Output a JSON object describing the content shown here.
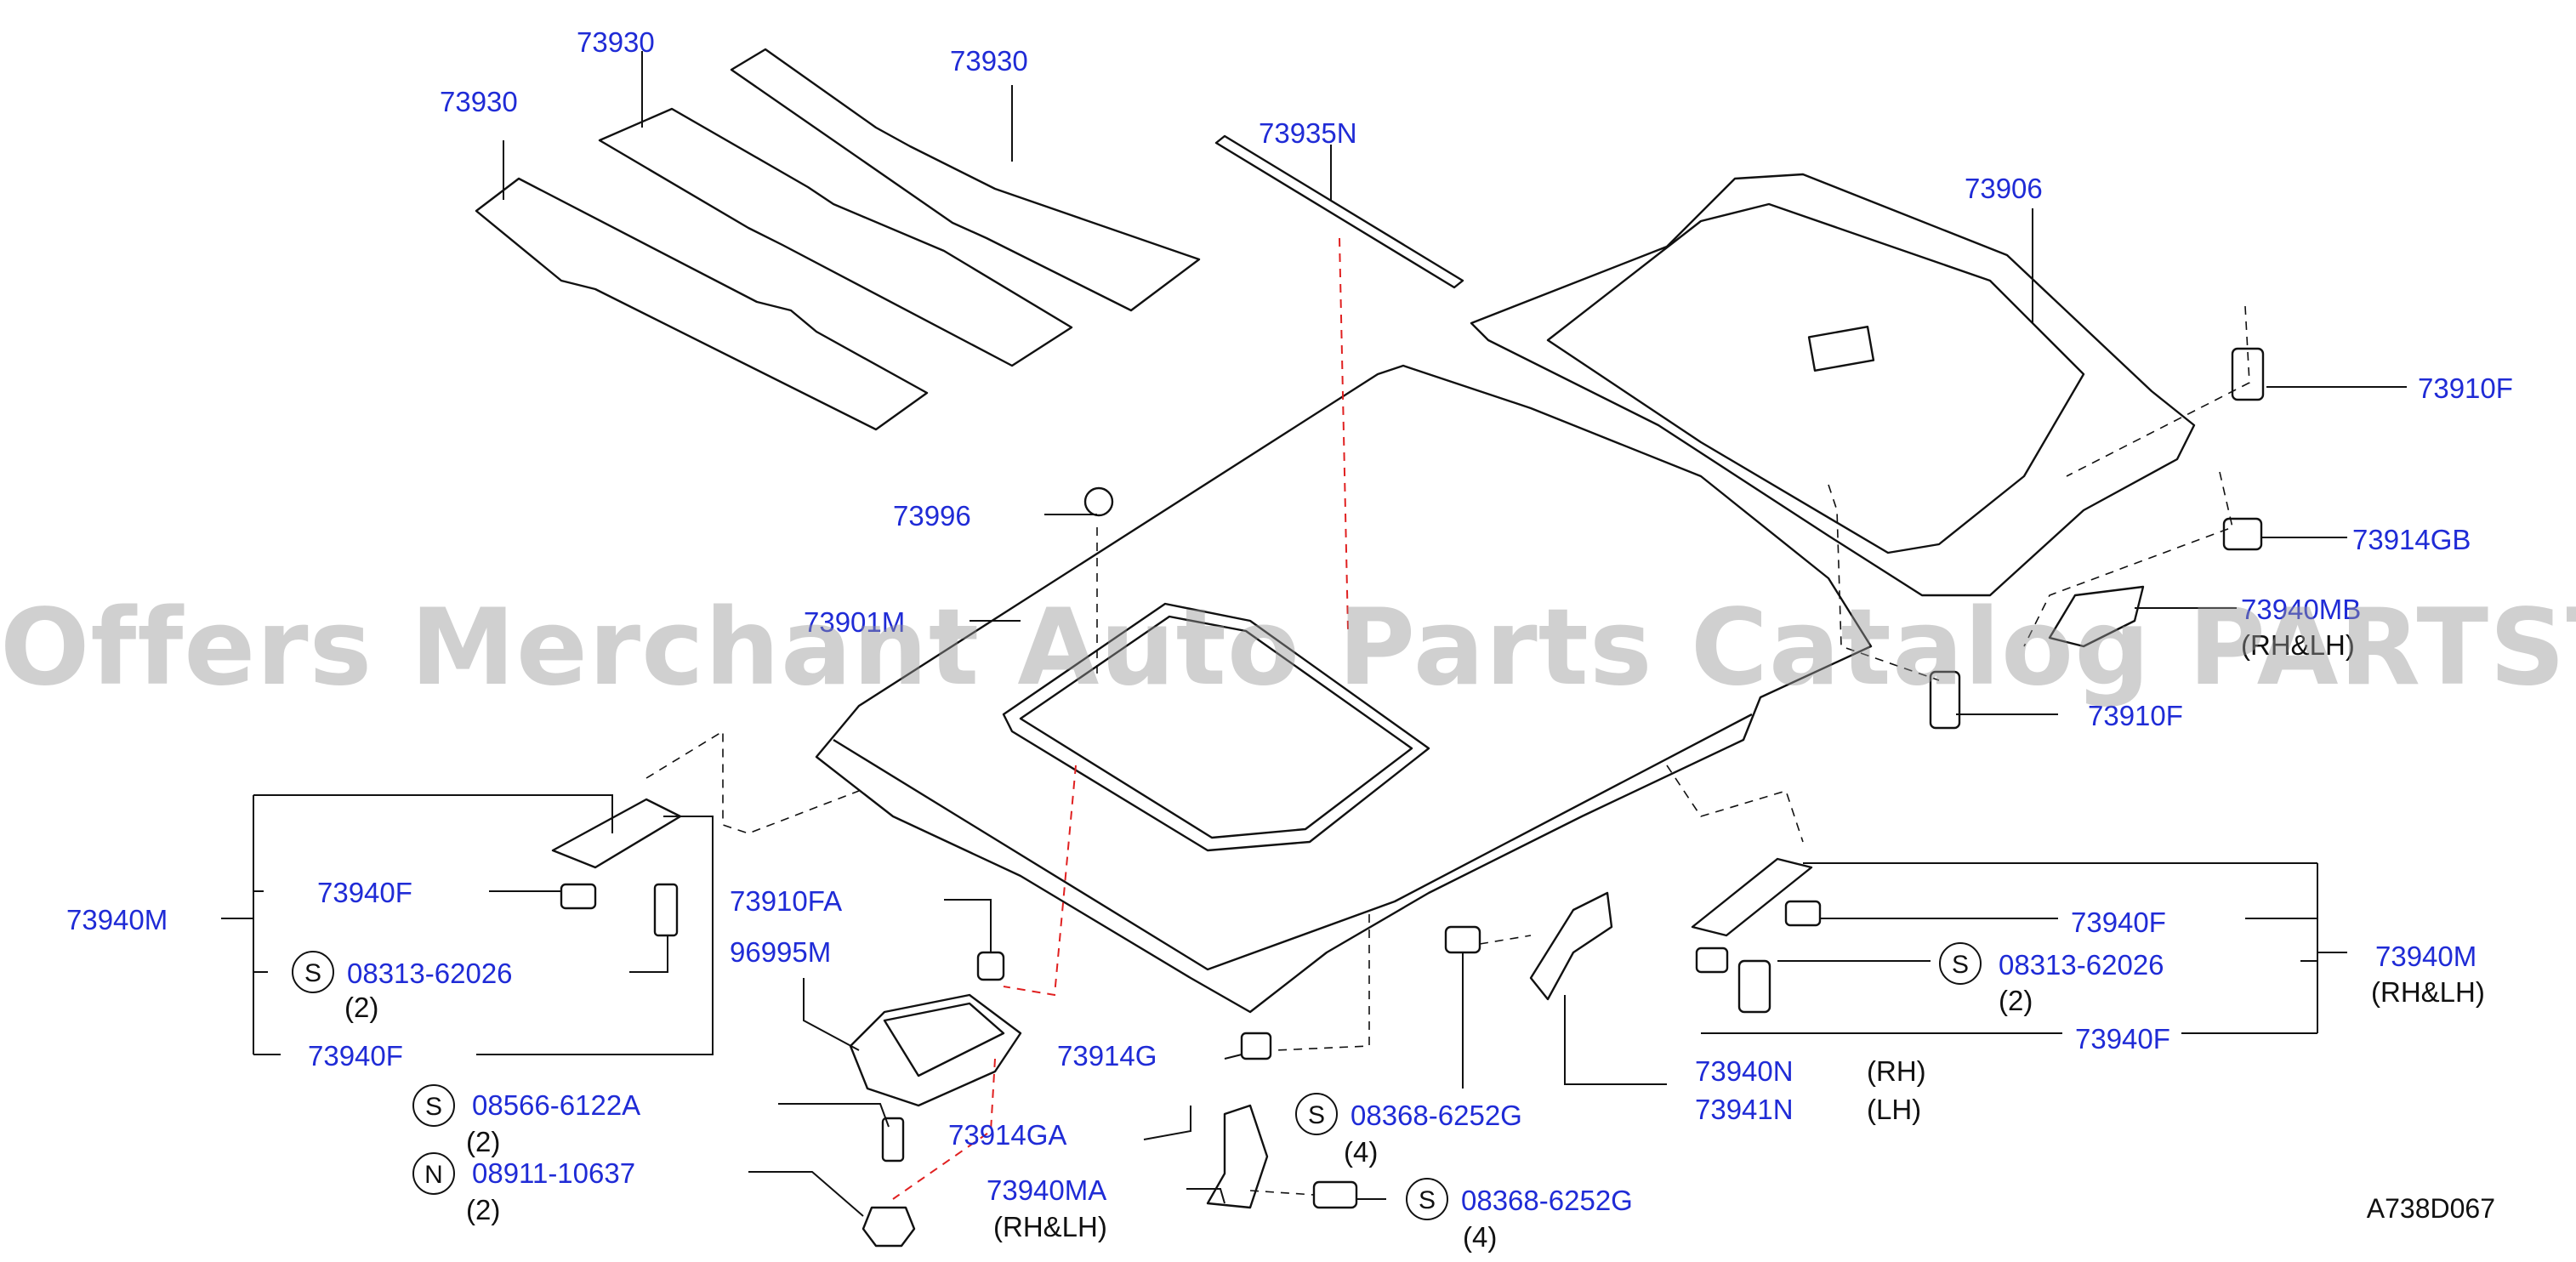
{
  "watermark": "Offers Merchant Auto Parts Catalog PARTSTORE.SA",
  "diagram_code": "A738D067",
  "parts": {
    "p73930_a": "73930",
    "p73930_b": "73930",
    "p73930_c": "73930",
    "p73935N": "73935N",
    "p73906": "73906",
    "p73910F_top": "73910F",
    "p73914GB": "73914GB",
    "p73940MB": "73940MB",
    "p73940MB_note": "(RH&LH)",
    "p73910F_mid": "73910F",
    "p73996": "73996",
    "p73901M": "73901M",
    "p73940M_left": "73940M",
    "p73940F_left_top": "73940F",
    "p08313_left": "08313-62026",
    "p08313_left_qty": "(2)",
    "p73940F_left_bot": "73940F",
    "p73910FA": "73910FA",
    "p96995M": "96995M",
    "p73914G": "73914G",
    "p08566": "08566-6122A",
    "p08566_qty": "(2)",
    "p08911": "08911-10637",
    "p08911_qty": "(2)",
    "p73914GA": "73914GA",
    "p73940MA": "73940MA",
    "p73940MA_note": "(RH&LH)",
    "p08368_a": "08368-6252G",
    "p08368_a_qty": "(4)",
    "p08368_b": "08368-6252G",
    "p08368_b_qty": "(4)",
    "p73940N": "73940N",
    "p73940N_note": "(RH)",
    "p73941N": "73941N",
    "p73941N_note": "(LH)",
    "p73940F_right_top": "73940F",
    "p08313_right": "08313-62026",
    "p08313_right_qty": "(2)",
    "p73940F_right_bot": "73940F",
    "p73940M_right": "73940M",
    "p73940M_right_note": "(RH&LH)"
  },
  "symbols": {
    "s_left": "S",
    "s_08566": "S",
    "n_08911": "N",
    "s_08368_a": "S",
    "s_08368_b": "S",
    "s_right": "S"
  },
  "colors": {
    "label": "#1f2bd6",
    "line": "#111111",
    "red_dash": "#e02020"
  }
}
